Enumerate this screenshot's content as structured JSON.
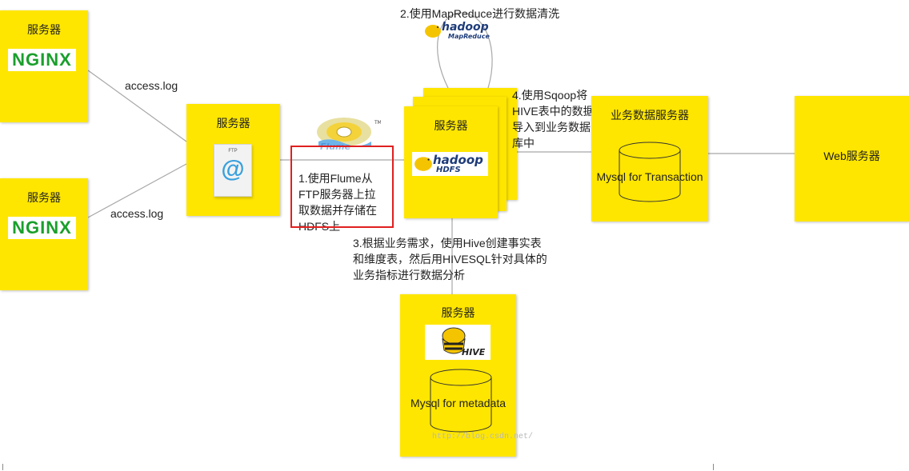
{
  "servers": {
    "nginx_top": {
      "title": "服务器",
      "logo_text": "NGINX"
    },
    "nginx_bottom": {
      "title": "服务器",
      "logo_text": "NGINX"
    },
    "ftp": {
      "title": "服务器",
      "icon_text": "FTP",
      "icon_glyph": "@"
    },
    "hdfs": {
      "title": "服务器",
      "logo_word": "hadoop",
      "logo_sub": "HDFS"
    },
    "mysql_tx": {
      "title": "业务数据服务器",
      "db_label": "Mysql for Transaction"
    },
    "web": {
      "title": "Web服务器"
    },
    "hive": {
      "title": "服务器",
      "logo_text": "HIVE",
      "db_label": "Mysql for metadata"
    }
  },
  "edges": {
    "access_log_top": "access.log",
    "access_log_bottom": "access.log"
  },
  "steps": {
    "step1": "1.使用Flume从FTP服务器上拉取数据并存储在HDFS上",
    "step2": "2.使用MapReduce进行数据清洗",
    "step3": "3.根据业务需求，使用Hive创建事实表和维度表，然后用HIVESQL针对具体的业务指标进行数据分析",
    "step4": "4.使用Sqoop将HIVE表中的数据导入到业务数据库中"
  },
  "logos": {
    "mapreduce_word": "hadoop",
    "mapreduce_sub": "MapReduce",
    "flume_text": "Flume"
  },
  "watermark": "http://blog.csdn.net/",
  "colors": {
    "box": "#ffe600",
    "highlight": "#e02020",
    "nginx": "#1a9f2c",
    "hadoop": "#1e3c7a"
  }
}
